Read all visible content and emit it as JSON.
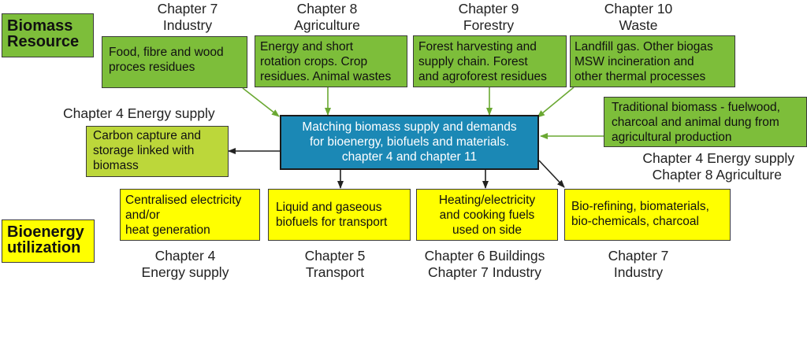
{
  "tags": {
    "resource": [
      "Biomass",
      "Resource"
    ],
    "utilization": [
      "Bioenergy",
      "utilization"
    ]
  },
  "sources": [
    {
      "chapter": [
        "Chapter 7",
        "Industry"
      ],
      "text": [
        "Food, fibre and wood",
        "proces residues"
      ]
    },
    {
      "chapter": [
        "Chapter 8",
        "Agriculture"
      ],
      "text": [
        "Energy and short",
        "rotation crops. Crop",
        "residues. Animal wastes"
      ]
    },
    {
      "chapter": [
        "Chapter 9",
        "Forestry"
      ],
      "text": [
        "Forest harvesting and",
        "supply chain. Forest",
        "and agroforest residues"
      ]
    },
    {
      "chapter": [
        "Chapter 10",
        "Waste"
      ],
      "text": [
        "Landfill gas. Other biogas",
        "MSW incineration and",
        "other thermal processes"
      ]
    }
  ],
  "traditional": {
    "text": [
      "Traditional biomass - fuelwood,",
      "charcoal and animal dung from",
      "agricultural production"
    ],
    "chapter": [
      "Chapter 4  Energy supply",
      "Chapter 8  Agriculture"
    ]
  },
  "center": {
    "text": [
      "Matching biomass supply and demands",
      "for bioenergy, biofuels and materials.",
      "chapter 4 and chapter 11"
    ]
  },
  "ccs": {
    "chapter": "Chapter 4  Energy supply",
    "text": [
      "Carbon capture and",
      "storage linked with",
      "biomass"
    ]
  },
  "uses": [
    {
      "text": [
        "Centralised electricity",
        "and/or",
        "heat generation"
      ],
      "chapter": [
        "Chapter 4",
        "Energy supply"
      ]
    },
    {
      "text": [
        "Liquid and gaseous",
        "biofuels for transport"
      ],
      "chapter": [
        "Chapter 5",
        "Transport"
      ]
    },
    {
      "text": [
        "Heating/electricity",
        "and cooking fuels",
        "used on side"
      ],
      "chapter": [
        "Chapter 6  Buildings",
        "Chapter 7  Industry"
      ]
    },
    {
      "text": [
        "Bio-refining, biomaterials,",
        "bio-chemicals, charcoal"
      ],
      "chapter": [
        "Chapter 7",
        "Industry"
      ]
    }
  ],
  "colors": {
    "resource_green": "#7dbe3a",
    "ccs_lime": "#bcd73a",
    "utilization_yellow": "#ffff00",
    "center_blue": "#1b88b5",
    "input_arrow": "#6aa832",
    "output_arrow": "#222222"
  }
}
